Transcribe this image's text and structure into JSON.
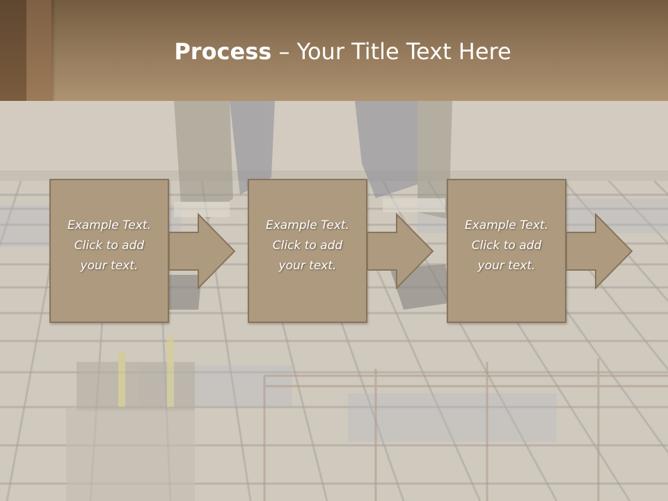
{
  "slide": {
    "title_bold": "Process",
    "title_rest": " – Your Title Text Here"
  },
  "steps": [
    {
      "text": "Example Text.\nClick  to add\nyour text."
    },
    {
      "text": "Example Text.\nClick  to add\nyour text."
    },
    {
      "text": "Example Text.\nClick  to add\nyour text."
    }
  ],
  "colors": {
    "header": "#8e7456",
    "box_fill": "#ae9a7e",
    "box_border": "#86745c",
    "title_text": "#ffffff"
  }
}
